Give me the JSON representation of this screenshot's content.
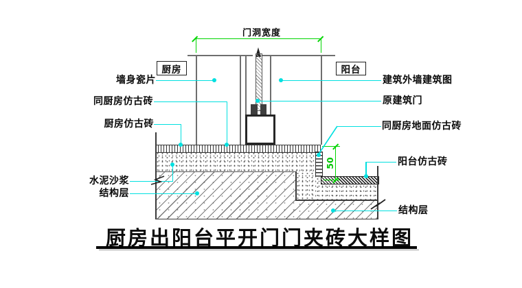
{
  "drawing_type": "construction-detail",
  "title": {
    "text": "厨房出阳台平开门门夹砖大样图"
  },
  "rooms": {
    "kitchen": "厨房",
    "balcony": "阳台"
  },
  "dims": {
    "door_opening": "门洞宽度",
    "step_height": "50"
  },
  "labels": {
    "left": [
      {
        "id": "wall-ceramic-tile",
        "text": "墙身瓷片"
      },
      {
        "id": "same-as-kitchen-antique-brick",
        "text": "同厨房仿古砖"
      },
      {
        "id": "kitchen-antique-brick",
        "text": "厨房仿古砖"
      },
      {
        "id": "cement-mortar",
        "text": "水泥沙浆"
      },
      {
        "id": "structure-layer-left",
        "text": "结构层"
      }
    ],
    "right": [
      {
        "id": "exterior-wall-drawing",
        "text": "建筑外墙建筑图"
      },
      {
        "id": "original-building-door",
        "text": "原建筑门"
      },
      {
        "id": "same-as-kitchen-floor-antique-brick",
        "text": "同厨房地面仿古砖"
      },
      {
        "id": "balcony-antique-brick",
        "text": "阳台仿古砖"
      },
      {
        "id": "structure-layer-right",
        "text": "结构层"
      }
    ]
  },
  "colors": {
    "leader": "#00e0e0",
    "dimension": "#00d500",
    "drawing_line": "#6e6e6e",
    "ink": "#0a0a0a"
  }
}
